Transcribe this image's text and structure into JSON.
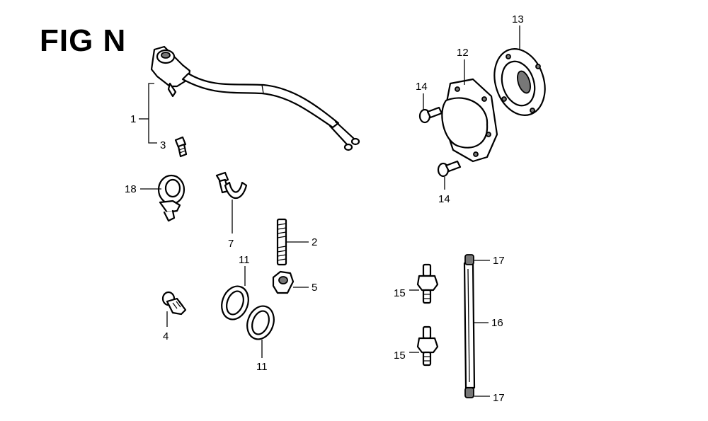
{
  "figure": {
    "title": "FIG N"
  },
  "callouts": {
    "p1": "1",
    "p2": "2",
    "p3": "3",
    "p4": "4",
    "p5": "5",
    "p7": "7",
    "p11a": "11",
    "p11b": "11",
    "p12": "12",
    "p13": "13",
    "p14a": "14",
    "p14b": "14",
    "p15a": "15",
    "p15b": "15",
    "p16": "16",
    "p17a": "17",
    "p17b": "17",
    "p18": "18"
  },
  "icons": {
    "parts": [
      "wire-harness-icon",
      "stud-bolt-icon",
      "bolt-icon",
      "flange-bolt-icon",
      "nut-icon",
      "clip-icon",
      "gasket-icon",
      "cover-icon",
      "flange-ring-icon",
      "screw-icon",
      "fitting-icon",
      "tube-icon",
      "cap-icon",
      "clamp-icon"
    ]
  }
}
